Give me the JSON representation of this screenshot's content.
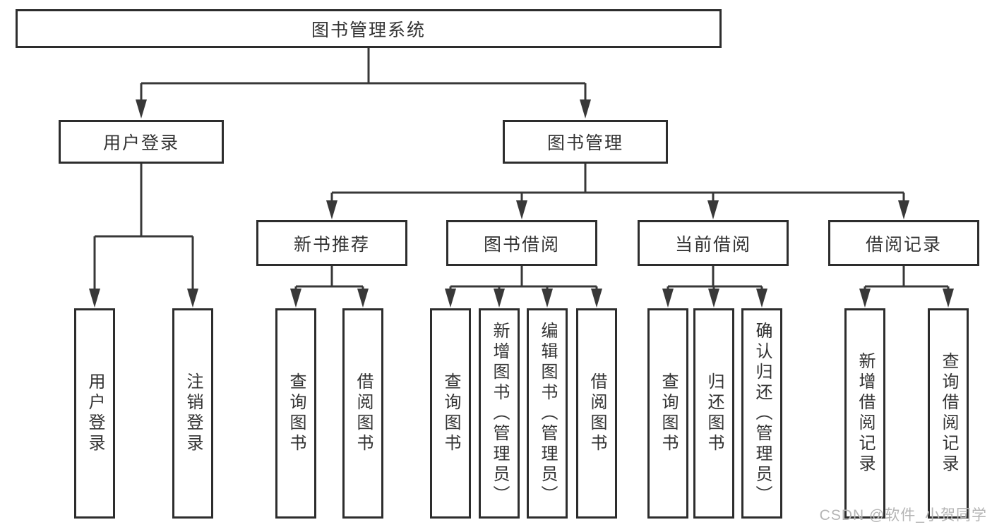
{
  "tree": {
    "root": {
      "label": "图书管理系统"
    },
    "branches": [
      {
        "label": "用户登录",
        "children": [
          {
            "label": "用户登录"
          },
          {
            "label": "注销登录"
          }
        ]
      },
      {
        "label": "图书管理",
        "children": [
          {
            "label": "新书推荐",
            "children": [
              {
                "label": "查询图书"
              },
              {
                "label": "借阅图书"
              }
            ]
          },
          {
            "label": "图书借阅",
            "children": [
              {
                "label": "查询图书"
              },
              {
                "label": "新增图书（管理员）"
              },
              {
                "label": "编辑图书（管理员）"
              },
              {
                "label": "借阅图书"
              }
            ]
          },
          {
            "label": "当前借阅",
            "children": [
              {
                "label": "查询图书"
              },
              {
                "label": "归还图书"
              },
              {
                "label": "确认归还（管理员）"
              }
            ]
          },
          {
            "label": "借阅记录",
            "children": [
              {
                "label": "新增借阅记录"
              },
              {
                "label": "查询借阅记录"
              }
            ]
          }
        ]
      }
    ]
  },
  "watermark": {
    "text": "CSDN @软件_小贺同学"
  },
  "colors": {
    "line": "#383838",
    "box_border": "#2d2d2d",
    "text": "#333333",
    "watermark": "#b5b5b5",
    "background": "#ffffff"
  }
}
